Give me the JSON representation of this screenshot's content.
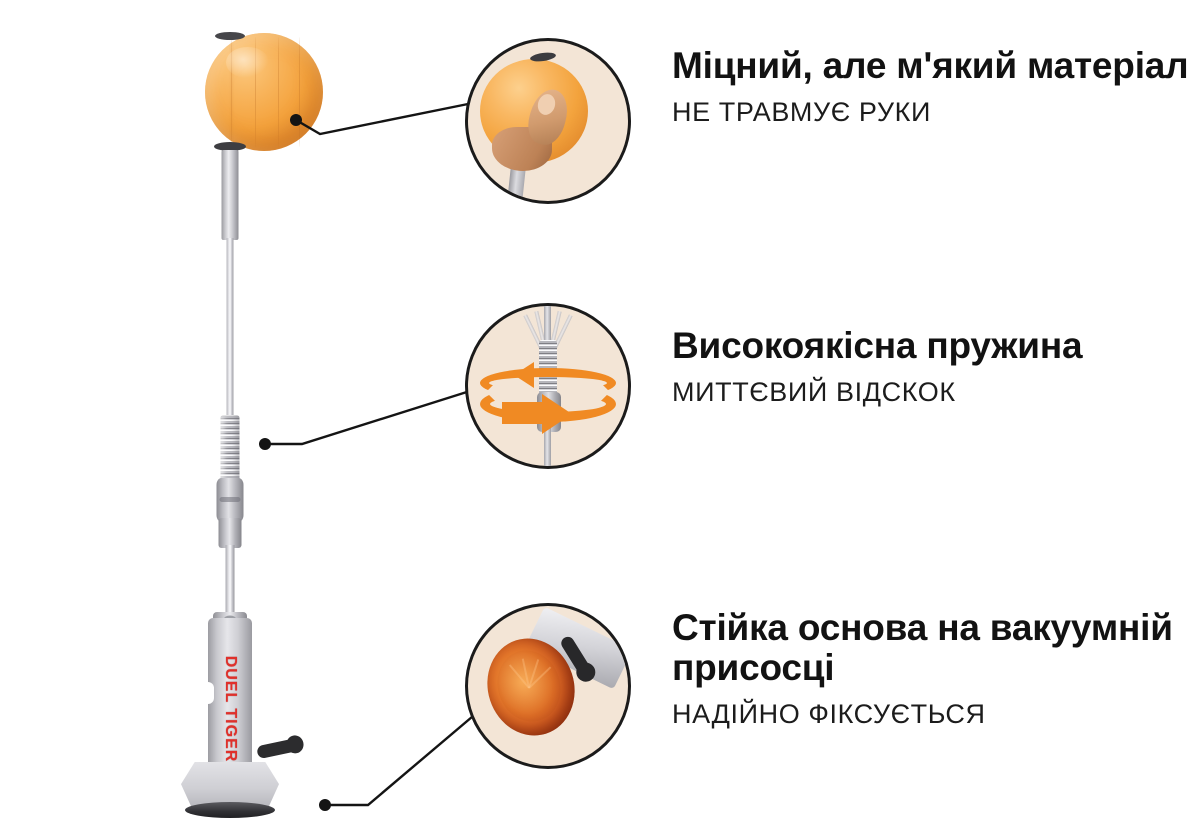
{
  "page": {
    "background": "#ffffff",
    "accent_orange": "#f08a23",
    "ball_orange": "#f4a23c",
    "callout_bg": "#f3e5d6",
    "outline": "#1b1b1b",
    "brand_red": "#e0302b"
  },
  "product": {
    "brand_label": "DUEL TIGER",
    "parts": {
      "ball": "foam-ball",
      "rod": "telescopic-rod",
      "spring": "steel-spring",
      "joint": "spring-joint",
      "base": "weighted-base",
      "lever": "suction-lever",
      "base_plate": "suction-base-plate"
    }
  },
  "callouts": [
    {
      "id": "material",
      "icon_name": "hand-squeezing-ball-icon",
      "description": "hand squeezing orange foam ball"
    },
    {
      "id": "spring",
      "icon_name": "spring-rotation-icon",
      "description": "spring with orange rotation arrows"
    },
    {
      "id": "suction",
      "icon_name": "suction-cup-icon",
      "description": "orange vacuum suction cup with lever"
    }
  ],
  "features": [
    {
      "title": "Міцний, але м'який матеріал",
      "subtitle": "НЕ ТРАВМУЄ РУКИ"
    },
    {
      "title": "Високоякісна пружина",
      "subtitle": "МИТТЄВИЙ ВІДСКОК"
    },
    {
      "title": "Стійка основа на вакуумній присосці",
      "subtitle": "НАДІЙНО ФІКСУЄТЬСЯ"
    }
  ]
}
